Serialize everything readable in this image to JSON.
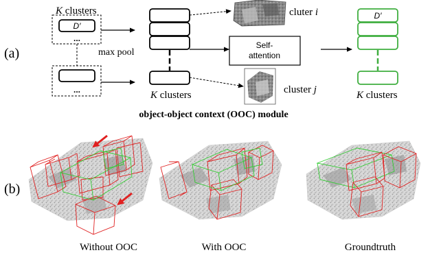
{
  "panel_labels": {
    "a": "(a)",
    "b": "(b)"
  },
  "part_a": {
    "input_clusters_label": {
      "var": "K",
      "rest": " clusters"
    },
    "feature_label": "D′",
    "ellipsis": "...",
    "max_pool_label": "max pool",
    "selfattention_label": {
      "line1": "Self-",
      "line2": "attention"
    },
    "middle_clusters_label": {
      "var": "K",
      "rest": " clusters"
    },
    "output_clusters_label": {
      "var": "K",
      "rest": " clusters"
    },
    "cluster_i_label": {
      "text": "cluter ",
      "var": "i"
    },
    "cluster_j_label": {
      "text": "cluster ",
      "var": "j"
    },
    "module_caption": "object-object context (OOC) module",
    "colors": {
      "output_boxes": "#3fae3f",
      "red_box": "#e02020",
      "green_box": "#33cc33"
    }
  },
  "part_b": {
    "captions": [
      "Without OOC",
      "With OOC",
      "Groundtruth"
    ]
  }
}
